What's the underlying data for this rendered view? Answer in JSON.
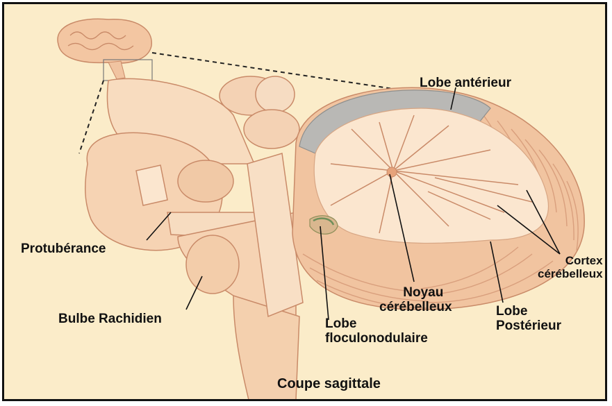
{
  "labels": {
    "lobe_anterieur": "Lobe antérieur",
    "protuberance": "Protubérance",
    "bulbe_rachidien": "Bulbe Rachidien",
    "noyau_line1": "Noyau",
    "noyau_line2": "cérébelleux",
    "lobe_floculo_line1": "Lobe",
    "lobe_floculo_line2": "floculonodulaire",
    "lobe_posterieur_line1": "Lobe",
    "lobe_posterieur_line2": "Postérieur",
    "cortex_line1": "Cortex",
    "cortex_line2": "cérébelleux"
  },
  "caption": "Coupe sagittale",
  "colors": {
    "background": "#fbecc9",
    "tissue": "#f6d3b3",
    "tissue_shadow": "#e7b18e",
    "white_matter": "#fbe6cf",
    "anterior_lobe": "#b9b8b5",
    "outline": "#c98a68"
  }
}
